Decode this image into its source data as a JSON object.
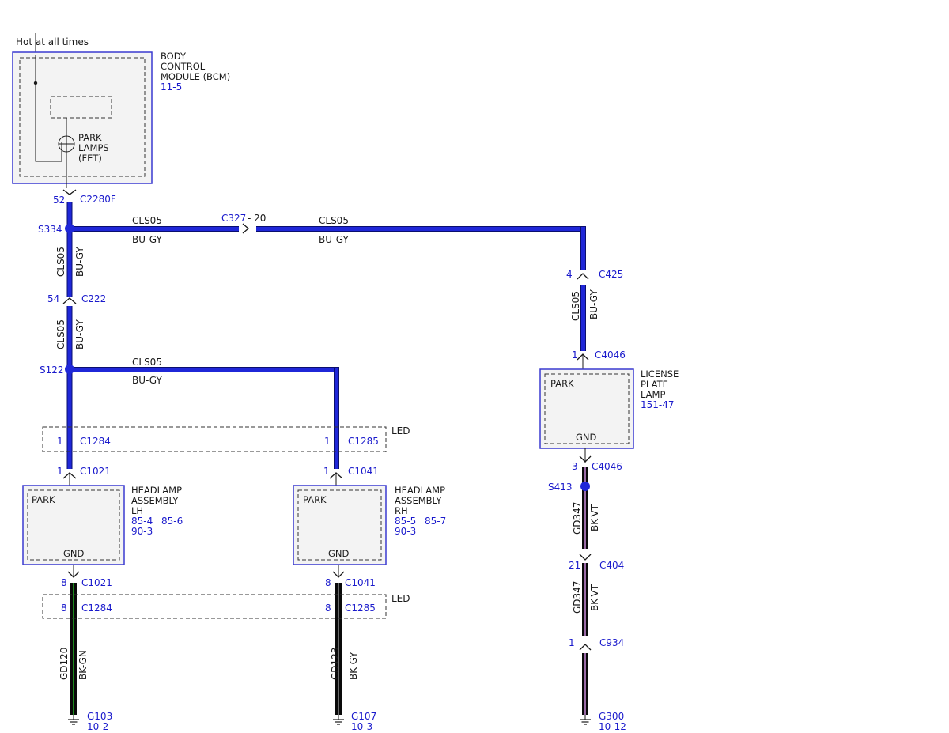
{
  "colors": {
    "wire_blue": "#1f27d8",
    "wire_blue_edge": "#0a0f6e",
    "wire_black_green": "#0e5a0e",
    "wire_black_gray": "#2a2a2a",
    "wire_black_violet": "#5a3a62",
    "component_border": "#3a3ad0",
    "text_blue": "#1a1acc",
    "text_black": "#1a1a1a"
  },
  "bcm": {
    "hot_label": "Hot at all times",
    "title_lines": [
      "BODY",
      "CONTROL",
      "MODULE (BCM)"
    ],
    "ref": "11-5",
    "fet_lines": [
      "PARK",
      "LAMPS",
      "(FET)"
    ],
    "pin": "52",
    "connector": "C2280F"
  },
  "splice_s334": {
    "name": "S334",
    "wire_top": "CLS05",
    "color_bottom": "BU-GY",
    "inline_connector": "C327",
    "inline_pin": "- 20",
    "wire_top_2": "CLS05",
    "color_bottom_2": "BU-GY"
  },
  "c222": {
    "pin": "54",
    "connector": "C222",
    "upper_wire": "CLS05",
    "upper_color": "BU-GY",
    "lower_wire": "CLS05",
    "lower_color": "BU-GY"
  },
  "splice_s122": {
    "name": "S122",
    "wire": "CLS05",
    "color": "BU-GY"
  },
  "led_top": {
    "label": "LED",
    "lh_pin": "1",
    "lh_connector": "C1284",
    "rh_pin": "1",
    "rh_connector": "C1285"
  },
  "headlamp_lh": {
    "pin_in": "1",
    "connector_in": "C1021",
    "park": "PARK",
    "gnd": "GND",
    "title_lines": [
      "HEADLAMP",
      "ASSEMBLY",
      "LH"
    ],
    "refs": [
      "85-4",
      "85-6",
      "90-3"
    ],
    "pin_out": "8",
    "connector_out": "C1021"
  },
  "headlamp_rh": {
    "pin_in": "1",
    "connector_in": "C1041",
    "park": "PARK",
    "gnd": "GND",
    "title_lines": [
      "HEADLAMP",
      "ASSEMBLY",
      "RH"
    ],
    "refs": [
      "85-5",
      "85-7",
      "90-3"
    ],
    "pin_out": "8",
    "connector_out": "C1041"
  },
  "led_bottom": {
    "label": "LED",
    "lh_pin": "8",
    "lh_connector": "C1284",
    "rh_pin": "8",
    "rh_connector": "C1285"
  },
  "ground_lh": {
    "wire": "GD120",
    "color": "BK-GN",
    "ground": "G103",
    "ref": "10-2"
  },
  "ground_rh": {
    "wire": "GD123",
    "color": "BK-GY",
    "ground": "G107",
    "ref": "10-3"
  },
  "license_lamp": {
    "c425_pin": "4",
    "c425": "C425",
    "wire": "CLS05",
    "color": "BU-GY",
    "pin_in": "1",
    "connector_in": "C4046",
    "park": "PARK",
    "gnd": "GND",
    "title_lines": [
      "LICENSE",
      "PLATE",
      "LAMP"
    ],
    "ref": "151-47",
    "pin_out": "3",
    "connector_out": "C4046"
  },
  "ground_license": {
    "splice": "S413",
    "wire_upper": "GD347",
    "color_upper": "BK-VT",
    "c404_pin": "21",
    "c404": "C404",
    "wire_lower": "GD347",
    "color_lower": "BK-VT",
    "c934_pin": "1",
    "c934": "C934",
    "ground": "G300",
    "ref": "10-12"
  }
}
